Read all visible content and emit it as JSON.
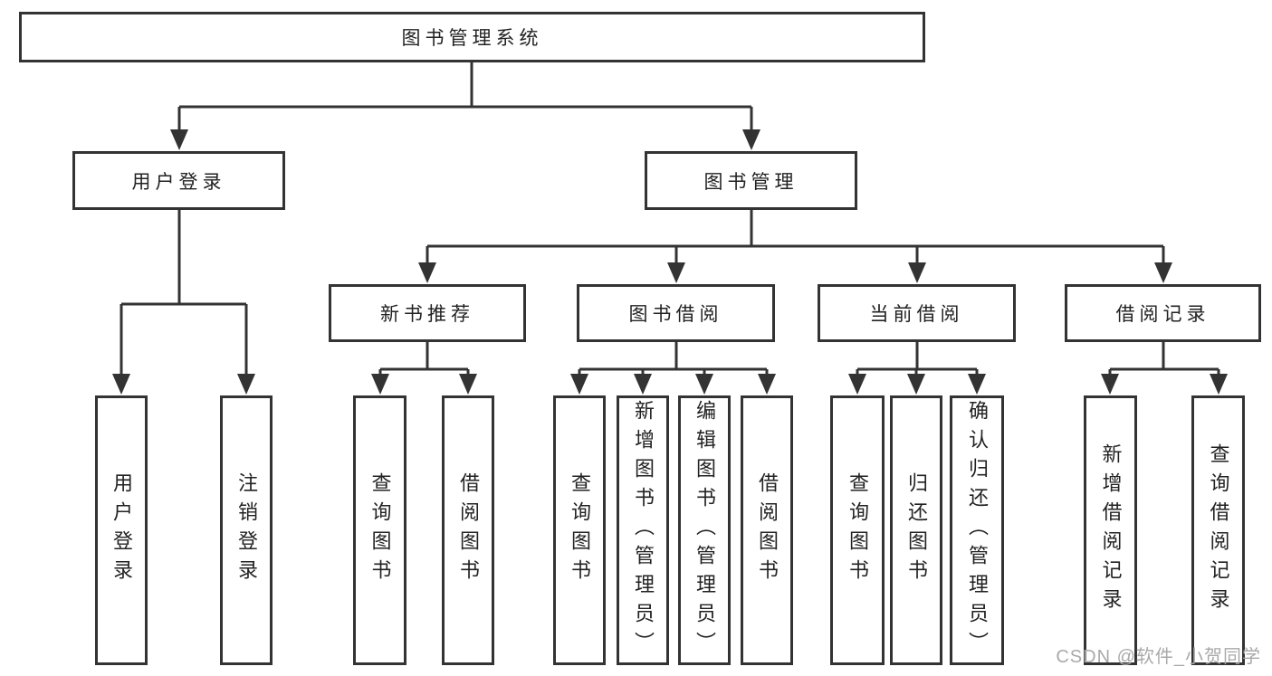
{
  "diagram": {
    "root_label": "图书管理系统",
    "user_login": {
      "label": "用户登录",
      "children": {
        "login": "用户登录",
        "logout": "注销登录"
      }
    },
    "book_mgmt": {
      "label": "图书管理",
      "new_book_rec": {
        "label": "新书推荐",
        "children": {
          "query_books": "查询图书",
          "borrow_books": "借阅图书"
        }
      },
      "book_borrow": {
        "label": "图书借阅",
        "children": {
          "query_books": "查询图书",
          "add_books_admin": "新增图书（管理员）",
          "edit_books_admin": "编辑图书（管理员）",
          "borrow_books": "借阅图书"
        }
      },
      "current_borrow": {
        "label": "当前借阅",
        "children": {
          "query_books": "查询图书",
          "return_books": "归还图书",
          "confirm_return_admin": "确认归还（管理员）"
        }
      },
      "borrow_records": {
        "label": "借阅记录",
        "children": {
          "add_record": "新增借阅记录",
          "query_record": "查询借阅记录"
        }
      }
    }
  },
  "watermark": "CSDN @软件_小贺同学",
  "colors": {
    "line": "#333333",
    "box_border": "#333333",
    "text": "#222222",
    "watermark": "#a9a9a9"
  }
}
